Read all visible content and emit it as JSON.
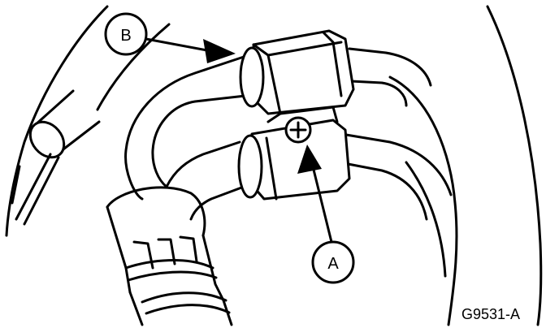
{
  "callouts": {
    "a": {
      "label": "A"
    },
    "b": {
      "label": "B"
    }
  },
  "figure_id": "G9531-A",
  "colors": {
    "line": "#000000",
    "background": "#ffffff"
  }
}
